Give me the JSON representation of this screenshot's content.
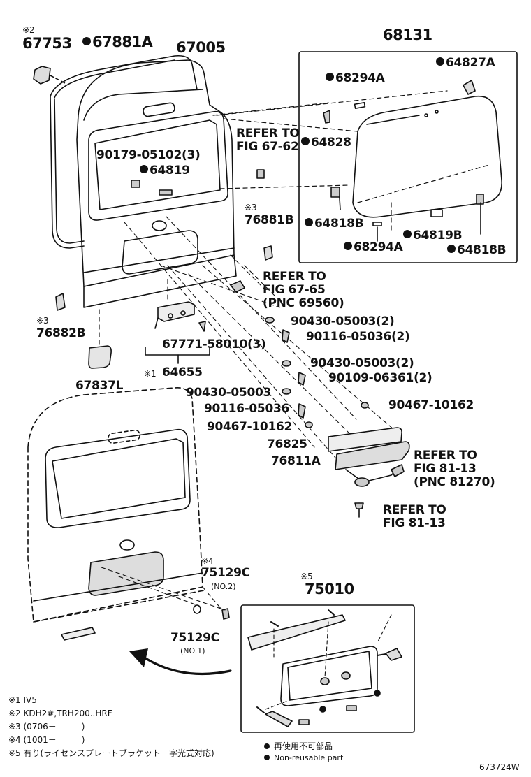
{
  "diagram_code": "673724W",
  "labels": {
    "p67753_mark": "※2",
    "p67753": "67753",
    "p67881A": "67881A",
    "p67005": "67005",
    "p68131": "68131",
    "p64827A": "64827A",
    "p68294A_top": "68294A",
    "refer_67_62_a": "REFER TO",
    "refer_67_62_b": "FIG 67-62",
    "p64828": "64828",
    "p90179": "90179-05102(3)",
    "p64819": "64819",
    "p76881B_mark": "※3",
    "p76881B": "76881B",
    "p64818B_left": "64818B",
    "p68294A_bottom": "68294A",
    "p64819B": "64819B",
    "p64818B_right": "64818B",
    "refer_67_65_a": "REFER TO",
    "refer_67_65_b": "FIG 67-65",
    "refer_67_65_c": "(PNC 69560)",
    "p76882B_mark": "※3",
    "p76882B": "76882B",
    "p90430_a": "90430-05003(2)",
    "p90116_a": "90116-05036(2)",
    "p67771": "67771-58010(3)",
    "p90430_b": "90430-05003(2)",
    "p64655_mark": "※1",
    "p64655": "64655",
    "p90109": "90109-06361(2)",
    "p67837L": "67837L",
    "p90430_c": "90430-05003",
    "p90467_a": "90467-10162",
    "p90116_b": "90116-05036",
    "p90467_b": "90467-10162",
    "p76825": "76825",
    "p76811A": "76811A",
    "refer_81_13_a1": "REFER TO",
    "refer_81_13_a2": "FIG 81-13",
    "refer_81_13_a3": "(PNC 81270)",
    "refer_81_13_b1": "REFER TO",
    "refer_81_13_b2": "FIG 81-13",
    "p75129C_top_mark": "※4",
    "p75129C_top": "75129C",
    "p75129C_top_sub": "(NO.2)",
    "p75010_mark": "※5",
    "p75010": "75010",
    "p75129C_bottom": "75129C",
    "p75129C_bottom_sub": "(NO.1)"
  },
  "notes": [
    "※1 IV5",
    "※2 KDH2#,TRH200..HRF",
    "※3 (0706－　　　)",
    "※4 (1001－　　　)",
    "※5 有り(ライセンスプレートブラケット－字光式対応)"
  ],
  "legend": {
    "item1": "再使用不可部品",
    "item2": "Non-reusable part"
  },
  "non_reusable_parts": [
    "67881A",
    "64827A",
    "68294A",
    "64828",
    "64819",
    "64818B",
    "64819B"
  ]
}
